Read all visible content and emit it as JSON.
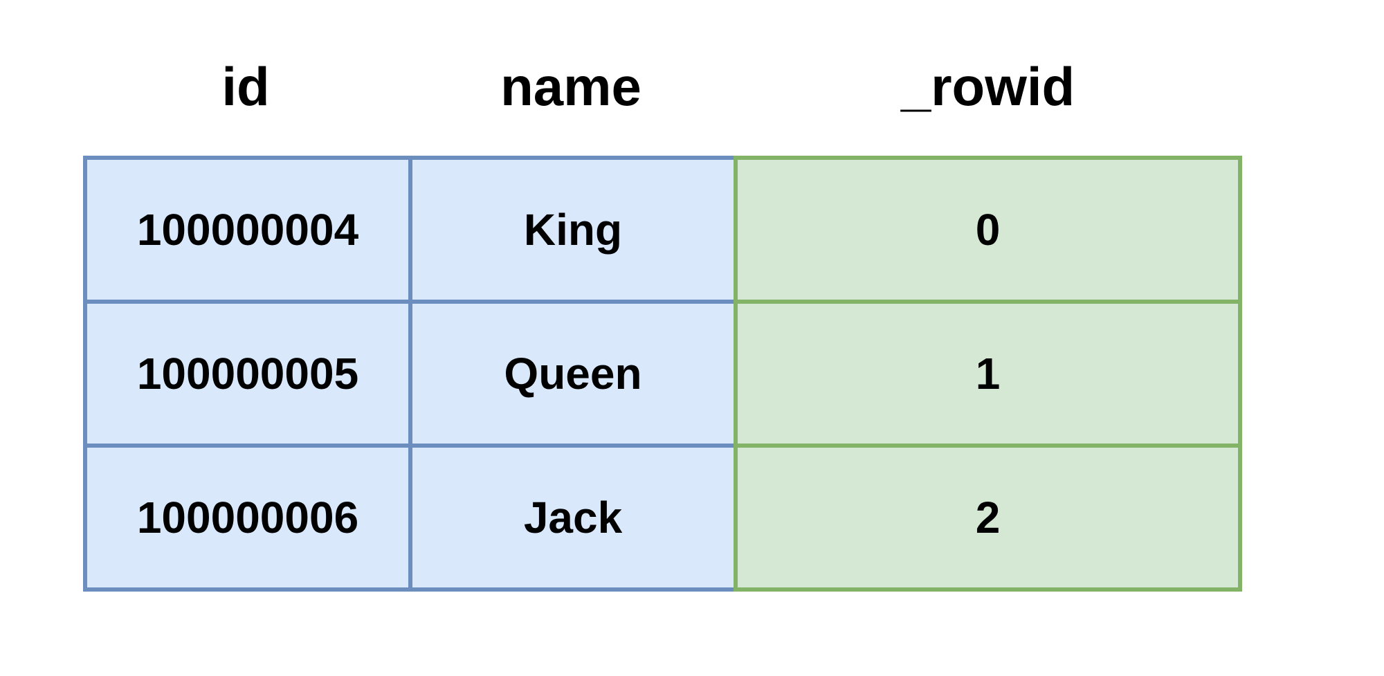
{
  "table": {
    "headers": [
      "id",
      "name",
      "_rowid"
    ],
    "rows": [
      [
        "100000004",
        "King",
        "0"
      ],
      [
        "100000005",
        "Queen",
        "1"
      ],
      [
        "100000006",
        "Jack",
        "2"
      ]
    ]
  },
  "colors": {
    "blue_fill": "#dae8fc",
    "blue_stroke": "#6c8ebf",
    "green_fill": "#d5e8d4",
    "green_stroke": "#82b366"
  }
}
